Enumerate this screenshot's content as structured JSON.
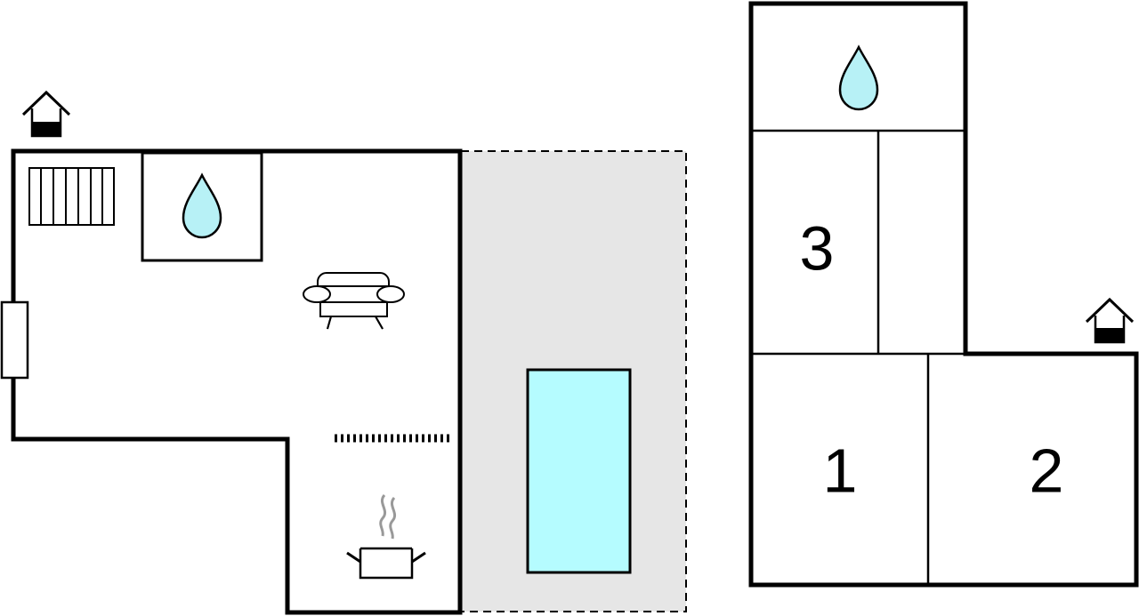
{
  "colors": {
    "wall": "#000000",
    "water": "#b7f1f6",
    "pool": "#b5fcff",
    "terrace": "#e6e6e6",
    "steam": "#999999",
    "background": "#ffffff"
  },
  "ground_floor": {
    "entrance_icon": "house-entrance-icon",
    "radiator_icon": "radiator-icon",
    "bathroom_icon": "water-drop-icon",
    "living_icon": "sofa-icon",
    "kitchen_icon": "cooking-pot-icon",
    "window_icon": "window-icon",
    "divider": "dotted-partition",
    "terrace": {
      "pool_icon": "swimming-pool"
    }
  },
  "upper_floor": {
    "entrance_icon": "house-entrance-icon",
    "bathroom_icon": "water-drop-icon",
    "rooms": {
      "bedroom_1": "1",
      "bedroom_2": "2",
      "bedroom_3": "3"
    }
  }
}
